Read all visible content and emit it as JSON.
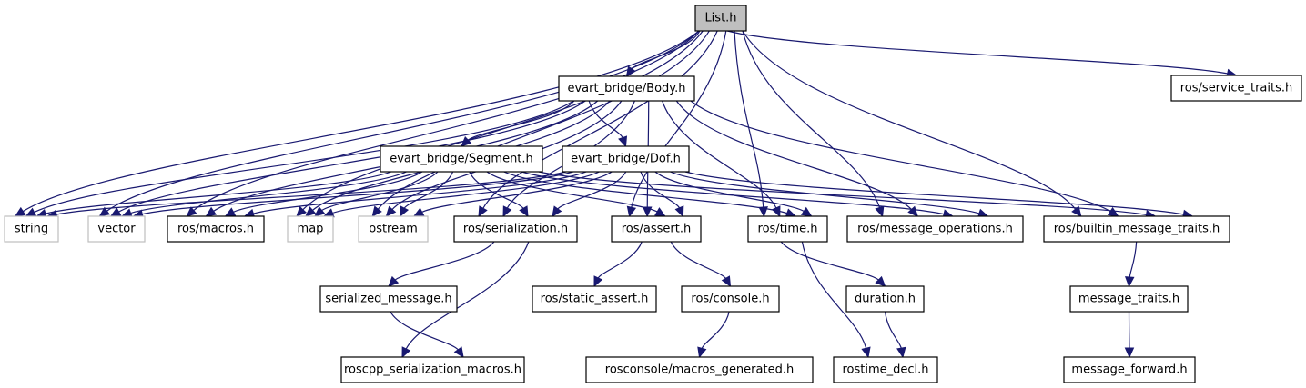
{
  "title": "List.h include dependency graph",
  "colors": {
    "edge": "#191970",
    "root_fill": "#bfbfbf",
    "node_border": "#000000",
    "external_border": "#bfbfbf",
    "node_fill": "#ffffff"
  },
  "nodes": [
    {
      "id": "list",
      "label": "List.h",
      "kind": "root"
    },
    {
      "id": "body",
      "label": "evart_bridge/Body.h",
      "kind": "internal"
    },
    {
      "id": "service_traits",
      "label": "ros/service_traits.h",
      "kind": "internal"
    },
    {
      "id": "segment",
      "label": "evart_bridge/Segment.h",
      "kind": "internal"
    },
    {
      "id": "dof",
      "label": "evart_bridge/Dof.h",
      "kind": "internal"
    },
    {
      "id": "string",
      "label": "string",
      "kind": "external"
    },
    {
      "id": "vector",
      "label": "vector",
      "kind": "external"
    },
    {
      "id": "macros",
      "label": "ros/macros.h",
      "kind": "internal"
    },
    {
      "id": "map",
      "label": "map",
      "kind": "external"
    },
    {
      "id": "ostream",
      "label": "ostream",
      "kind": "external"
    },
    {
      "id": "serialization",
      "label": "ros/serialization.h",
      "kind": "internal"
    },
    {
      "id": "assert",
      "label": "ros/assert.h",
      "kind": "internal"
    },
    {
      "id": "time",
      "label": "ros/time.h",
      "kind": "internal"
    },
    {
      "id": "message_operations",
      "label": "ros/message_operations.h",
      "kind": "internal"
    },
    {
      "id": "builtin_message_traits",
      "label": "ros/builtin_message_traits.h",
      "kind": "internal"
    },
    {
      "id": "serialized_message",
      "label": "serialized_message.h",
      "kind": "internal"
    },
    {
      "id": "static_assert",
      "label": "ros/static_assert.h",
      "kind": "internal"
    },
    {
      "id": "console",
      "label": "ros/console.h",
      "kind": "internal"
    },
    {
      "id": "duration",
      "label": "duration.h",
      "kind": "internal"
    },
    {
      "id": "message_traits",
      "label": "message_traits.h",
      "kind": "internal"
    },
    {
      "id": "roscpp_serialization_macros",
      "label": "roscpp_serialization_macros.h",
      "kind": "internal"
    },
    {
      "id": "macros_generated",
      "label": "rosconsole/macros_generated.h",
      "kind": "internal"
    },
    {
      "id": "rostime_decl",
      "label": "rostime_decl.h",
      "kind": "internal"
    },
    {
      "id": "message_forward",
      "label": "message_forward.h",
      "kind": "internal"
    }
  ],
  "edges": [
    [
      "list",
      "body"
    ],
    [
      "list",
      "service_traits"
    ],
    [
      "list",
      "string"
    ],
    [
      "list",
      "vector"
    ],
    [
      "list",
      "macros"
    ],
    [
      "list",
      "map"
    ],
    [
      "list",
      "ostream"
    ],
    [
      "list",
      "serialization"
    ],
    [
      "list",
      "assert"
    ],
    [
      "list",
      "time"
    ],
    [
      "list",
      "message_operations"
    ],
    [
      "list",
      "builtin_message_traits"
    ],
    [
      "body",
      "segment"
    ],
    [
      "body",
      "dof"
    ],
    [
      "body",
      "string"
    ],
    [
      "body",
      "vector"
    ],
    [
      "body",
      "macros"
    ],
    [
      "body",
      "map"
    ],
    [
      "body",
      "ostream"
    ],
    [
      "body",
      "serialization"
    ],
    [
      "body",
      "assert"
    ],
    [
      "body",
      "time"
    ],
    [
      "body",
      "message_operations"
    ],
    [
      "body",
      "builtin_message_traits"
    ],
    [
      "segment",
      "string"
    ],
    [
      "segment",
      "vector"
    ],
    [
      "segment",
      "macros"
    ],
    [
      "segment",
      "map"
    ],
    [
      "segment",
      "ostream"
    ],
    [
      "segment",
      "serialization"
    ],
    [
      "segment",
      "assert"
    ],
    [
      "segment",
      "time"
    ],
    [
      "segment",
      "message_operations"
    ],
    [
      "segment",
      "builtin_message_traits"
    ],
    [
      "dof",
      "string"
    ],
    [
      "dof",
      "vector"
    ],
    [
      "dof",
      "macros"
    ],
    [
      "dof",
      "map"
    ],
    [
      "dof",
      "ostream"
    ],
    [
      "dof",
      "serialization"
    ],
    [
      "dof",
      "assert"
    ],
    [
      "dof",
      "time"
    ],
    [
      "dof",
      "message_operations"
    ],
    [
      "dof",
      "builtin_message_traits"
    ],
    [
      "serialization",
      "serialized_message"
    ],
    [
      "serialization",
      "roscpp_serialization_macros"
    ],
    [
      "serialized_message",
      "roscpp_serialization_macros"
    ],
    [
      "assert",
      "static_assert"
    ],
    [
      "assert",
      "console"
    ],
    [
      "console",
      "macros_generated"
    ],
    [
      "time",
      "duration"
    ],
    [
      "time",
      "rostime_decl"
    ],
    [
      "duration",
      "rostime_decl"
    ],
    [
      "builtin_message_traits",
      "message_traits"
    ],
    [
      "message_traits",
      "message_forward"
    ]
  ]
}
